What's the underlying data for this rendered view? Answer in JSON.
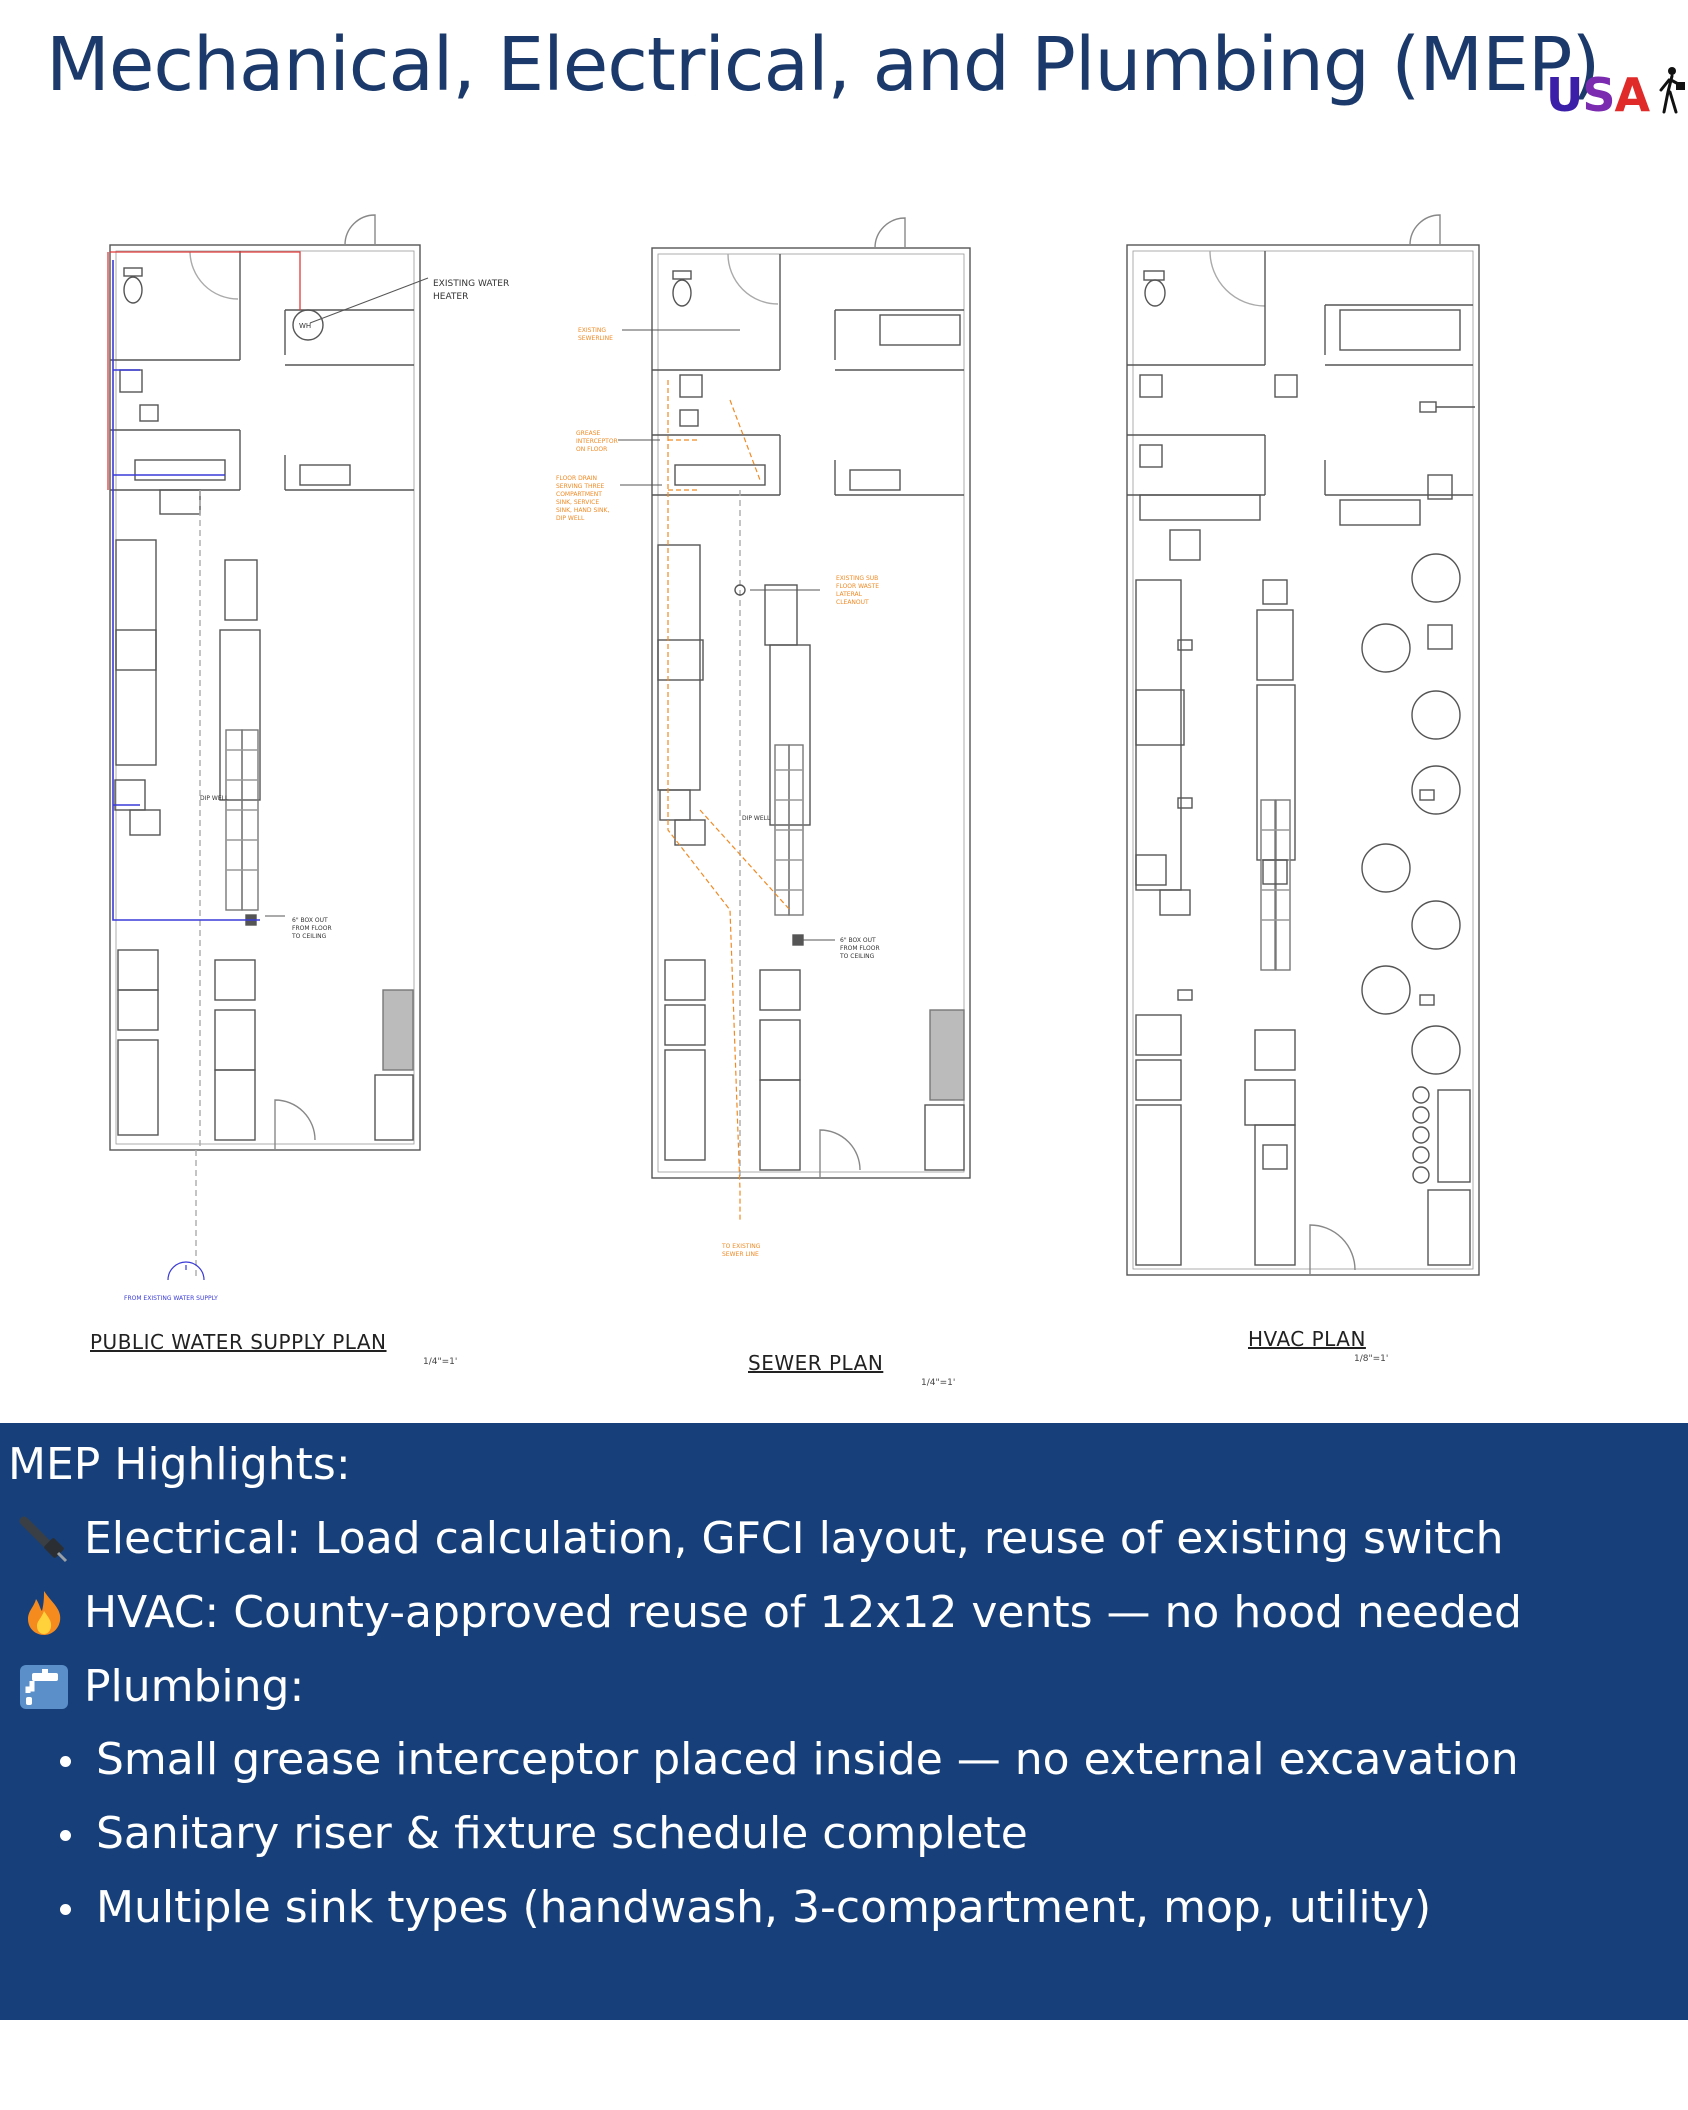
{
  "header": {
    "title": "Mechanical, Electrical, and Plumbing (MEP)",
    "logo_text": "USA"
  },
  "plans": [
    {
      "title": "PUBLIC WATER SUPPLY PLAN",
      "scale": "1/4\"=1'",
      "annotations": [
        "EXISTING WATER HEATER",
        "WH",
        "DIP WELL",
        "6\" BOX OUT FROM FLOOR TO CEILING",
        "FROM EXISTING WATER SUPPLY"
      ]
    },
    {
      "title": "SEWER PLAN",
      "scale": "1/4\"=1'",
      "annotations": [
        "EXISTING SEWERLINE",
        "GREASE INTERCEPTOR ON FLOOR",
        "FLOOR DRAIN SERVING THREE COMPARTMENT SINK, SERVICE SINK, HAND SINK, DIP WELL",
        "EXISTING SUB FLOOR WASTE LATERAL CLEANOUT",
        "DIP WELL",
        "6\" BOX OUT FROM FLOOR TO CEILING",
        "TO EXISTING SEWER LINE"
      ]
    },
    {
      "title": "HVAC PLAN",
      "scale": "1/8\"=1'",
      "annotations": []
    }
  ],
  "highlights": {
    "title": "MEP Highlights:",
    "electrical": "Electrical: Load calculation, GFCI layout, reuse of existing switch",
    "hvac": "HVAC: County-approved reuse of 12x12 vents — no hood needed",
    "plumbing": "Plumbing:",
    "plumbing_items": [
      "Small grease interceptor placed inside — no external excavation",
      "Sanitary riser & fixture schedule complete",
      "Multiple sink types (handwash, 3-compartment, mop, utility)"
    ],
    "icons": [
      "electric-plug-icon",
      "fire-icon",
      "faucet-icon"
    ]
  },
  "colors": {
    "title": "#1b3a6b",
    "panel_bg": "#17407a",
    "supply_line": "#3a3ad8",
    "hot_line": "#e03a3a",
    "sewer_annotation": "#f08a24"
  }
}
